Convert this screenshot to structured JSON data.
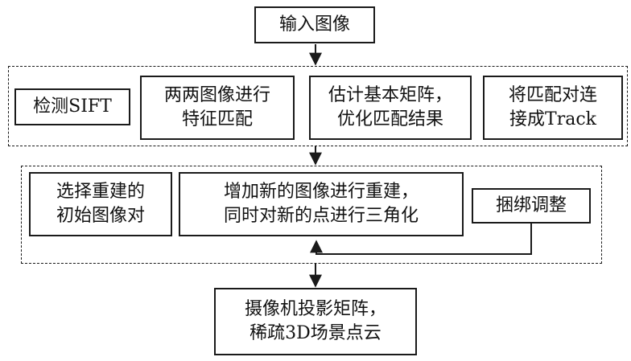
{
  "nodes": {
    "input": {
      "lines": [
        "输入图像"
      ]
    },
    "detect": {
      "lines": [
        "检测SIFT"
      ]
    },
    "match": {
      "lines": [
        "两两图像进行",
        "特征匹配"
      ]
    },
    "estimate": {
      "lines": [
        "估计基本矩阵，",
        "优化匹配结果"
      ]
    },
    "track": {
      "lines": [
        "将匹配对连",
        "接成Track"
      ]
    },
    "select": {
      "lines": [
        "选择重建的",
        "初始图像对"
      ]
    },
    "add": {
      "lines": [
        "增加新的图像进行重建，",
        "同时对新的点进行三角化"
      ]
    },
    "bundle": {
      "lines": [
        "捆绑调整"
      ]
    },
    "output": {
      "lines": [
        "摄像机投影矩阵，",
        "稀疏3D场景点云"
      ]
    }
  },
  "colors": {
    "line": "#1a1a1a",
    "background": "#ffffff"
  }
}
